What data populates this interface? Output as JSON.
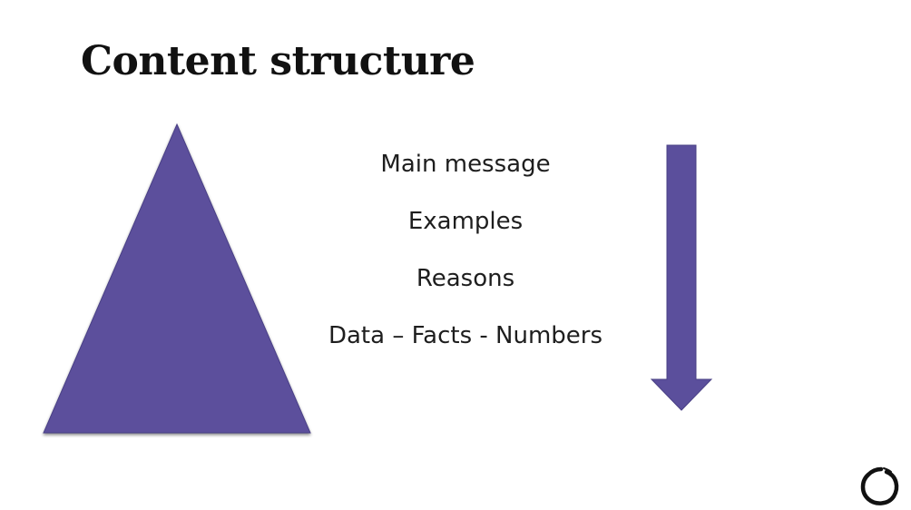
{
  "slide": {
    "title": "Content structure"
  },
  "items": [
    "Main message",
    "Examples",
    "Reasons",
    "Data – Facts - Numbers"
  ],
  "colors": {
    "shape_fill": "#5b4f9c",
    "title": "#111111",
    "text": "#1e1e1e",
    "logo": "#111111"
  },
  "icons": {
    "pyramid": "triangle-shape",
    "arrow": "arrow-down-icon",
    "logo": "circle-brushstroke-logo-icon"
  }
}
